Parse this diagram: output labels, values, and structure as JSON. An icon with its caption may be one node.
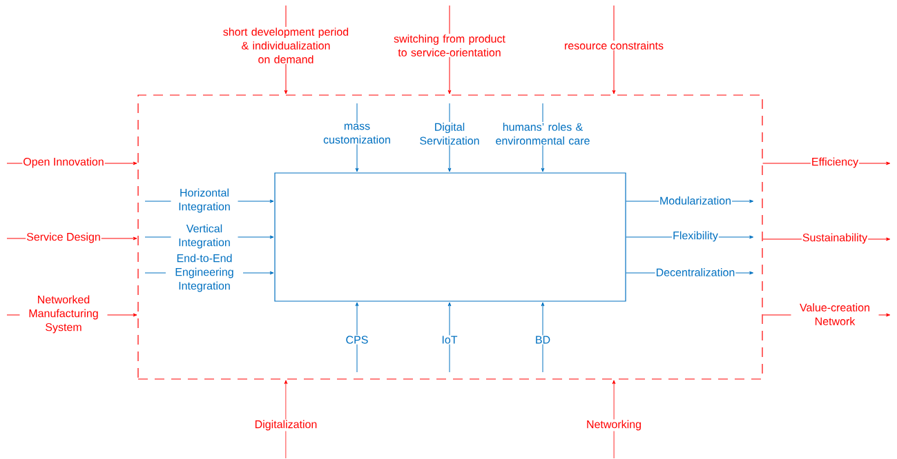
{
  "diagram": {
    "nodes": [
      {
        "text": [],
        "shape": "box"
      },
      {
        "text": [],
        "shape": "box",
        "in": 0
      }
    ],
    "edges": [
      {
        "from": null,
        "to": 0,
        "arrow": "to",
        "label": "short development period & individualization on demand",
        "color": "#ff0000"
      },
      {
        "from": null,
        "to": 0,
        "arrow": "to",
        "label": "switching from product to service-orientation",
        "color": "#ff0000"
      },
      {
        "from": null,
        "to": 0,
        "arrow": "to",
        "label": "resource constraints",
        "color": "#ff0000"
      },
      {
        "from": null,
        "to": 0,
        "arrow": "to",
        "label": "Open Innovation",
        "color": "#ff0000"
      },
      {
        "from": null,
        "to": 0,
        "arrow": "to",
        "label": "Service Design",
        "color": "#ff0000"
      },
      {
        "from": null,
        "to": 0,
        "arrow": "to",
        "label": "Networked Manufacturing System",
        "color": "#ff0000"
      },
      {
        "from": 0,
        "to": null,
        "arrow": "to",
        "label": "Efficiency",
        "color": "#ff0000"
      },
      {
        "from": 0,
        "to": null,
        "arrow": "to",
        "label": "Sustainability",
        "color": "#ff0000"
      },
      {
        "from": 0,
        "to": null,
        "arrow": "to",
        "label": "Value-creation Network",
        "color": "#ff0000"
      },
      {
        "from": null,
        "to": 0,
        "arrow": "to",
        "label": "Digitalization",
        "color": "#ff0000"
      },
      {
        "from": null,
        "to": 0,
        "arrow": "to",
        "label": "Networking",
        "color": "#ff0000"
      },
      {
        "from": null,
        "to": 1,
        "arrow": "to",
        "label": "mass customization"
      },
      {
        "from": null,
        "to": 1,
        "arrow": "to",
        "label": "Digital Servitization"
      },
      {
        "from": null,
        "to": 1,
        "arrow": "to",
        "label": "humans’ roles & environmental care"
      },
      {
        "from": null,
        "to": 1,
        "arrow": "to",
        "label": "Horizontal Integration"
      },
      {
        "from": null,
        "to": 1,
        "arrow": "to",
        "label": "Vertical Integration"
      },
      {
        "from": null,
        "to": 1,
        "arrow": "to",
        "label": "End-to-End Engineering Integration"
      },
      {
        "from": 1,
        "to": null,
        "arrow": "to",
        "label": "Modularization"
      },
      {
        "from": 1,
        "to": null,
        "arrow": "to",
        "label": "Flexibility"
      },
      {
        "from": 1,
        "to": null,
        "arrow": "to",
        "label": "Decentralization"
      },
      {
        "from": null,
        "to": 1,
        "arrow": "to",
        "label": "CPS"
      },
      {
        "from": null,
        "to": 1,
        "arrow": "to",
        "label": "IoT"
      },
      {
        "from": null,
        "to": 1,
        "arrow": "to",
        "label": "BD"
      }
    ]
  }
}
